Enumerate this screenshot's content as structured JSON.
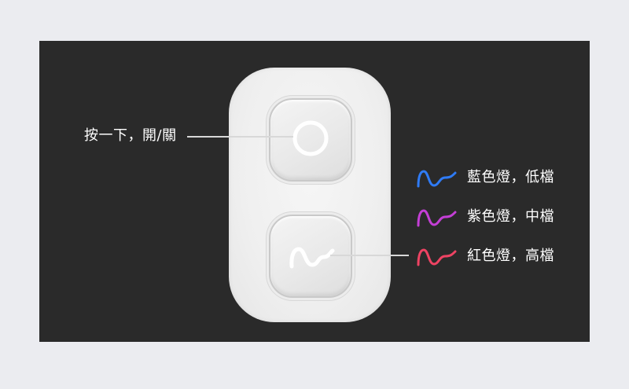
{
  "diagram": {
    "title": "",
    "device": {
      "buttons": [
        {
          "id": "power",
          "icon": "circle-icon",
          "callout": "按一下，開/關"
        },
        {
          "id": "mode",
          "icon": "wave-icon"
        }
      ]
    },
    "legend": [
      {
        "label": "藍色燈，低檔",
        "color": "#2f7bf5",
        "icon": "wave-icon"
      },
      {
        "label": "紫色燈，中檔",
        "color": "#c43fd6",
        "icon": "wave-icon"
      },
      {
        "label": "紅色燈，高檔",
        "color": "#ee4363",
        "icon": "wave-icon"
      }
    ],
    "colors": {
      "page_background": "#ebecf0",
      "panel_background": "#2a2a2a",
      "device": "#efefef",
      "callout_line": "#d8d8d8",
      "text": "#ffffff"
    }
  }
}
